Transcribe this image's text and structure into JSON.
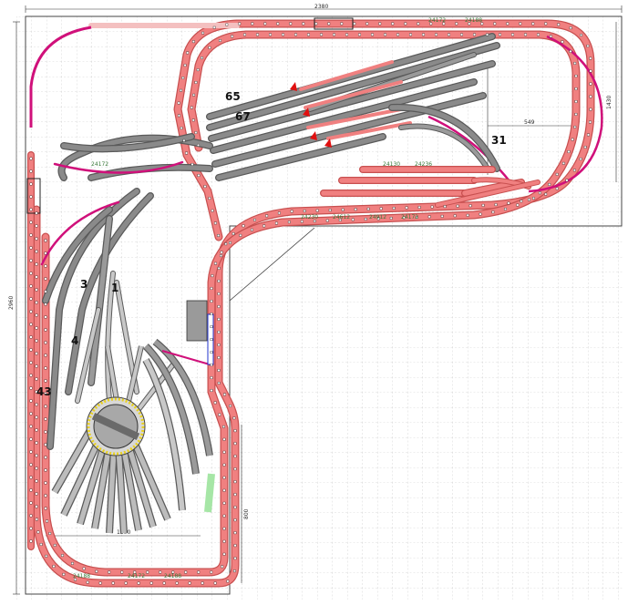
{
  "diagram": {
    "dimensions": {
      "width": "2380",
      "height": "2960",
      "right_leg": "1430",
      "bottom_leg": "1200",
      "right_arm": "549",
      "inner": "800"
    },
    "track_numbers": [
      "65",
      "67",
      "31",
      "43",
      "1",
      "4",
      "3"
    ],
    "part_labels": [
      "24172",
      "24188",
      "24130",
      "24236",
      "24230",
      "24612",
      "24912",
      "24172",
      "24188",
      "24172",
      "24188",
      "24172"
    ],
    "colors": {
      "track_red": "#f08080",
      "track_red_dark": "#c85050",
      "track_gray": "#8a8a8a",
      "track_gray_dark": "#5a5a5a",
      "track_light": "#c8c8c8",
      "arc_magenta": "#d0107a",
      "turntable": "#a8a8a8",
      "turntable_ring": "#e8d020",
      "grid": "#b8b8b8",
      "highlight_green": "#a6e6a6",
      "signal_red": "#e01010"
    },
    "icons": [
      "turntable-icon",
      "signal-icon",
      "station-building-icon"
    ]
  }
}
